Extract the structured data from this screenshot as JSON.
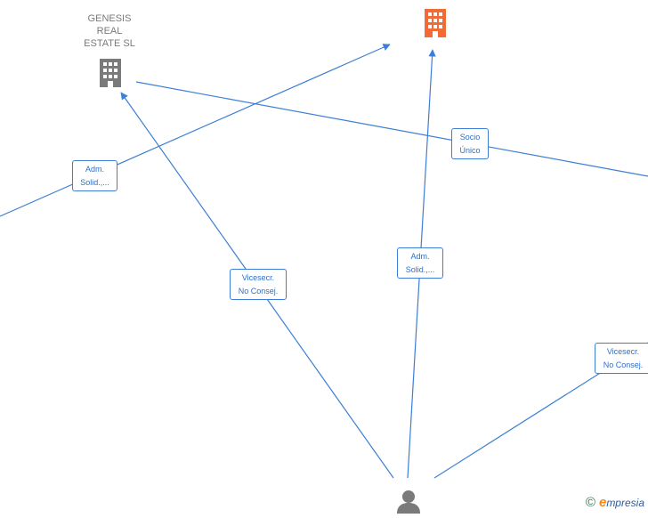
{
  "nodes": {
    "genesis": {
      "label": "GENESIS\nREAL\nESTATE  SL",
      "icon": "building-icon",
      "color": "#7a7a7a"
    },
    "center_company": {
      "icon": "building-icon",
      "color": "#f26a35"
    },
    "person": {
      "icon": "person-icon",
      "color": "#7a7a7a"
    }
  },
  "edge_labels": {
    "adm_left": [
      "Adm.",
      "Solid.,..."
    ],
    "socio": [
      "Socio",
      "Único"
    ],
    "vicesecr_left": [
      "Vicesecr.",
      "No Consej."
    ],
    "adm_center": [
      "Adm.",
      "Solid.,..."
    ],
    "vicesecr_right": [
      "Vicesecr.",
      "No Consej."
    ]
  },
  "colors": {
    "edge": "#3d7fd6",
    "accent": "#f26a35"
  },
  "footer": {
    "copyright": "©",
    "brand_initial": "e",
    "brand_rest": "mpresia"
  }
}
